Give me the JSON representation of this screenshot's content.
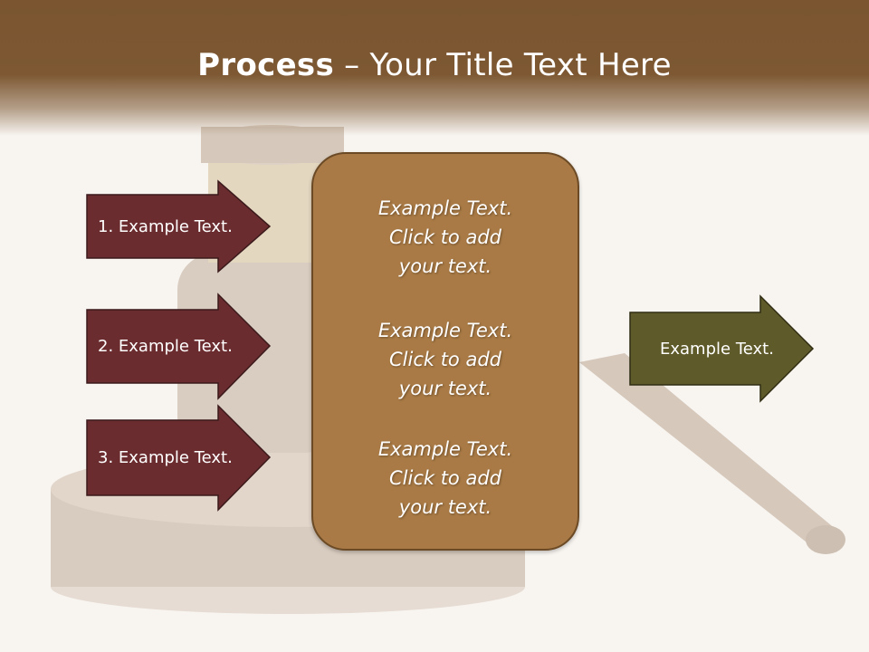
{
  "title": {
    "bold": "Process",
    "rest": " – Your Title Text Here"
  },
  "steps": [
    {
      "label": "1. Example Text."
    },
    {
      "label": "2. Example Text."
    },
    {
      "label": "3. Example Text."
    }
  ],
  "center": {
    "blocks": [
      {
        "line1": "Example Text.",
        "line2": "Click  to add",
        "line3": "your text."
      },
      {
        "line1": "Example Text.",
        "line2": "Click  to add",
        "line3": "your text."
      },
      {
        "line1": "Example Text.",
        "line2": "Click  to add",
        "line3": "your text."
      }
    ]
  },
  "result": {
    "label": "Example Text."
  },
  "colors": {
    "header": "#7a5530",
    "step_fill": "#6b2c2f",
    "center_fill": "#a97a45",
    "result_fill": "#5f5a2a",
    "background": "#f8f5f1"
  }
}
